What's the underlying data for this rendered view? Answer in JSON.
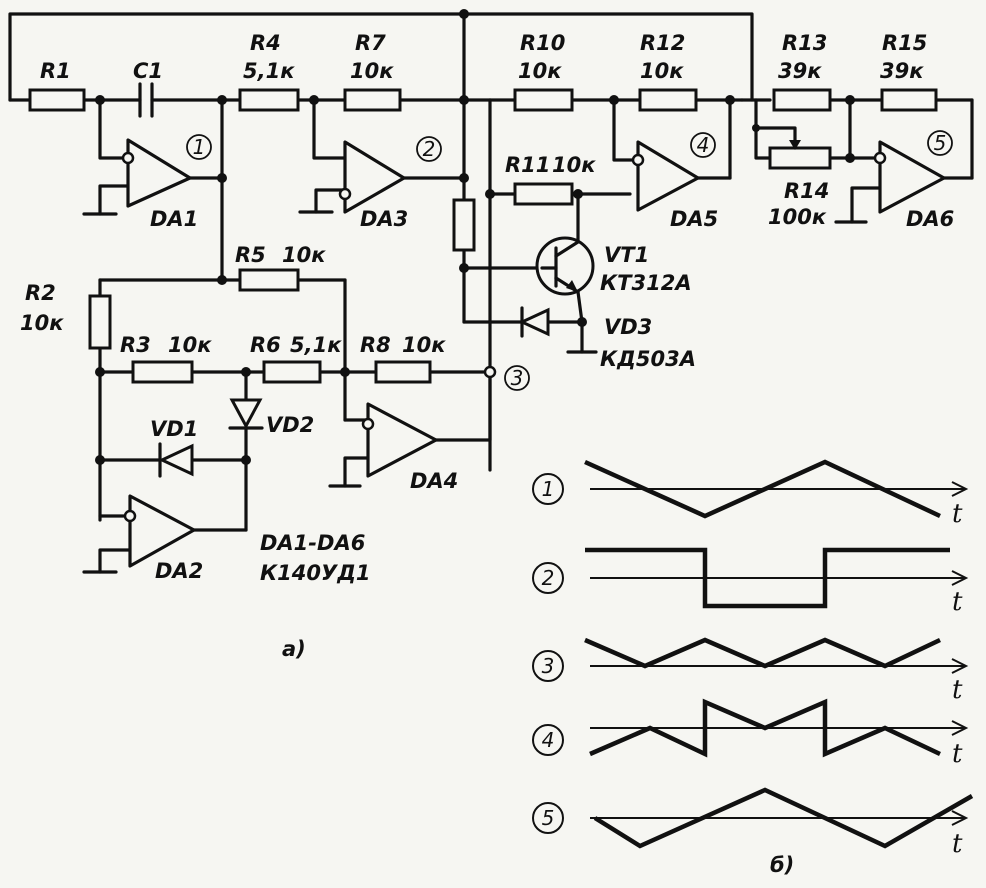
{
  "components": {
    "R1": "R1",
    "C1": "C1",
    "R4": "R4",
    "R4_val": "5,1к",
    "R7": "R7",
    "R7_val": "10к",
    "R10": "R10",
    "R10_val": "10к",
    "R12": "R12",
    "R12_val": "10к",
    "R13": "R13",
    "R13_val": "39к",
    "R15": "R15",
    "R15_val": "39к",
    "R11": "R11",
    "R11_val": "10к",
    "R14": "R14",
    "R14_val": "100к",
    "R2": "R2",
    "R2_val": "10к",
    "R5": "R5",
    "R5_val": "10к",
    "R3": "R3",
    "R3_val": "10к",
    "R6": "R6",
    "R6_val": "5,1к",
    "R8": "R8",
    "R8_val": "10к",
    "VT1": "VT1",
    "VT1_type": "КТ312А",
    "VD3": "VD3",
    "VD3_type": "КД503А",
    "VD1": "VD1",
    "VD2": "VD2",
    "DA1": "DA1",
    "DA2": "DA2",
    "DA3": "DA3",
    "DA4": "DA4",
    "DA5": "DA5",
    "DA6": "DA6",
    "chip_range": "DA1-DA6",
    "chip_type": "К140УД1"
  },
  "nodes": [
    "1",
    "2",
    "3",
    "4",
    "5"
  ],
  "panels": {
    "a": "а)",
    "b": "б)"
  },
  "time_label": "t"
}
